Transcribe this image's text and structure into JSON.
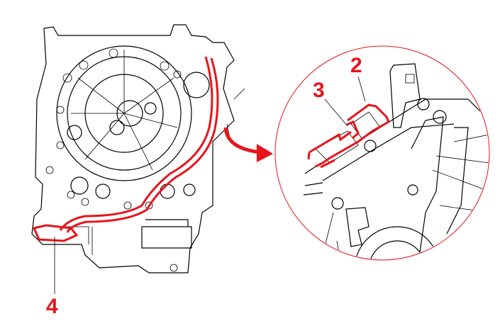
{
  "callouts": {
    "label_2": "2",
    "label_3": "3",
    "label_4": "4"
  },
  "colors": {
    "accent": "#e8141b",
    "line": "#000000",
    "detail_circle": "#e8141b"
  }
}
